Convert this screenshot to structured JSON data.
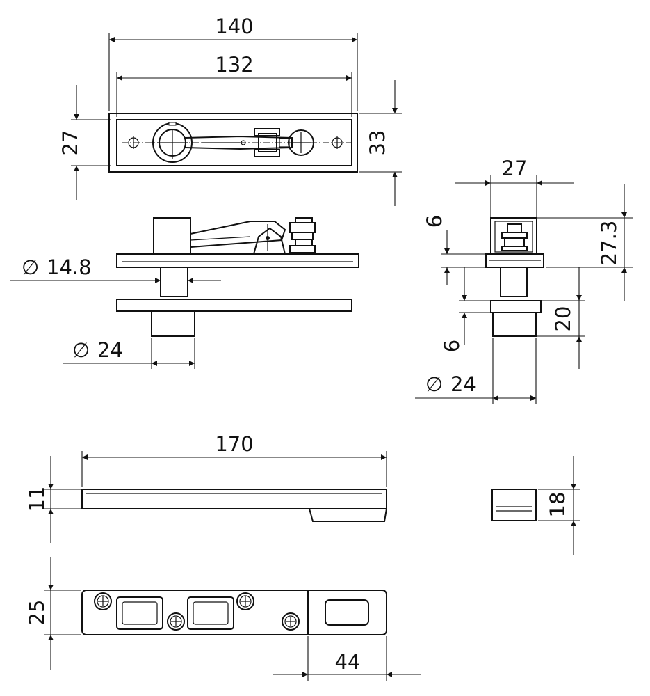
{
  "dimensions": {
    "top_width_outer": "140",
    "top_width_inner": "132",
    "top_height_inner": "27",
    "top_height_outer": "33",
    "pin_diameter": "14.8",
    "base_diameter": "24",
    "side_width": "27",
    "side_height": "27.3",
    "side_gap_top": "6",
    "side_gap_bottom": "6",
    "side_cap_height": "20",
    "side_base_diameter": "24",
    "strike_length": "170",
    "strike_thickness": "11",
    "cap_height": "18",
    "strike_width": "25",
    "strike_pocket": "44"
  },
  "symbols": {
    "diameter": "∅"
  }
}
